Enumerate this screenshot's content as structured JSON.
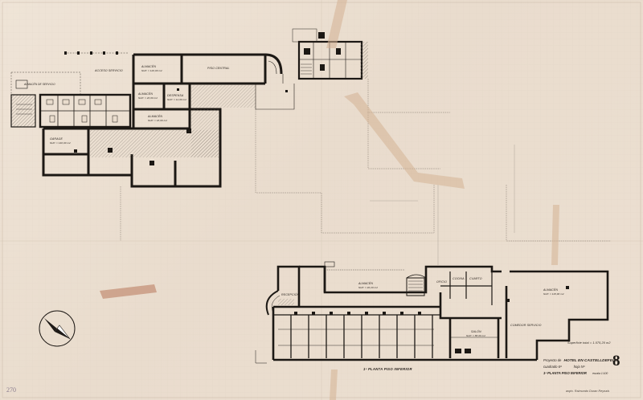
{
  "title_block": {
    "project_prefix": "Proyecto de",
    "project_name": "HOTEL EN CASTELLDEFELS",
    "line2": "cuadrado   6ª",
    "line2_right": "hoja Nº",
    "line3": "1ª PLANTA PISO INFERIOR",
    "line3_right": "escala 1:100",
    "sheet_number": "8"
  },
  "main_caption": "1ª PLANTA PISO INFERIOR",
  "area_note": "Superficie total = 1.075,20 m2",
  "corner_note": "270",
  "signature": "arqto. Raimundo Duran Reynals",
  "compass": {
    "north_color": "#1e1a17",
    "south_color": "#ffffff"
  },
  "colors": {
    "paper": "#ece0d2",
    "ink": "#1c1814",
    "tape": "#d7b79b",
    "stamp": "#c9a08a"
  },
  "rooms_upper": {
    "servicio_a": "ALMACÉN DE SERVICIO",
    "servicio_b": "ACCESO SERVICIO",
    "almacen_a": "ALMACÉN",
    "almacen_a_sub": "SUP. = 120,00 m2",
    "dependencia": "PISO CENTRAL",
    "almacen_b": "ALMACÉN",
    "almacen_b_sub": "SUP. = 20,00 m2",
    "despensa": "DESPENSA",
    "despensa_sub": "SUP. = 12,00 m2",
    "almacen_c": "ALMACÉN",
    "almacen_c_sub": "SUP. = 18,00 m2",
    "garage": "GARAGE",
    "garage_sub": "SUP. = 140,00 m2"
  },
  "rooms_lower": {
    "recepcion": "RECEPCIÓN",
    "almacen": "ALMACÉN",
    "almacen_sub": "SUP. = 40,20 m2",
    "oficio": "OFICIO",
    "cocina": "COCINA",
    "cuarto": "CUARTO",
    "salon": "SALÓN",
    "salon_sub": "SUP. = 88,00 m2",
    "comedor": "COMEDOR SERVICIO",
    "almacen_e": "ALMACÉN",
    "almacen_e_sub": "SUP. = 118,00 m2"
  }
}
